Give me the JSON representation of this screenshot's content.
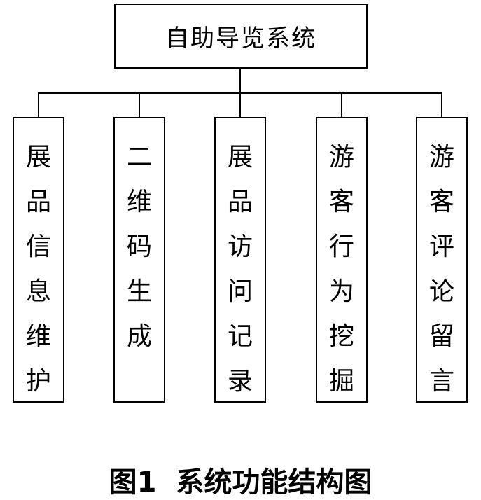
{
  "root": {
    "label": "自助导览系统"
  },
  "children": [
    {
      "label": "展品信息维护"
    },
    {
      "label": "二维码生成"
    },
    {
      "label": "展品访问记录"
    },
    {
      "label": "游客行为挖掘"
    },
    {
      "label": "游客评论留言"
    }
  ],
  "caption": {
    "figure": "图1",
    "title": "系统功能结构图"
  },
  "colors": {
    "line": "#000000",
    "background": "#ffffff"
  }
}
